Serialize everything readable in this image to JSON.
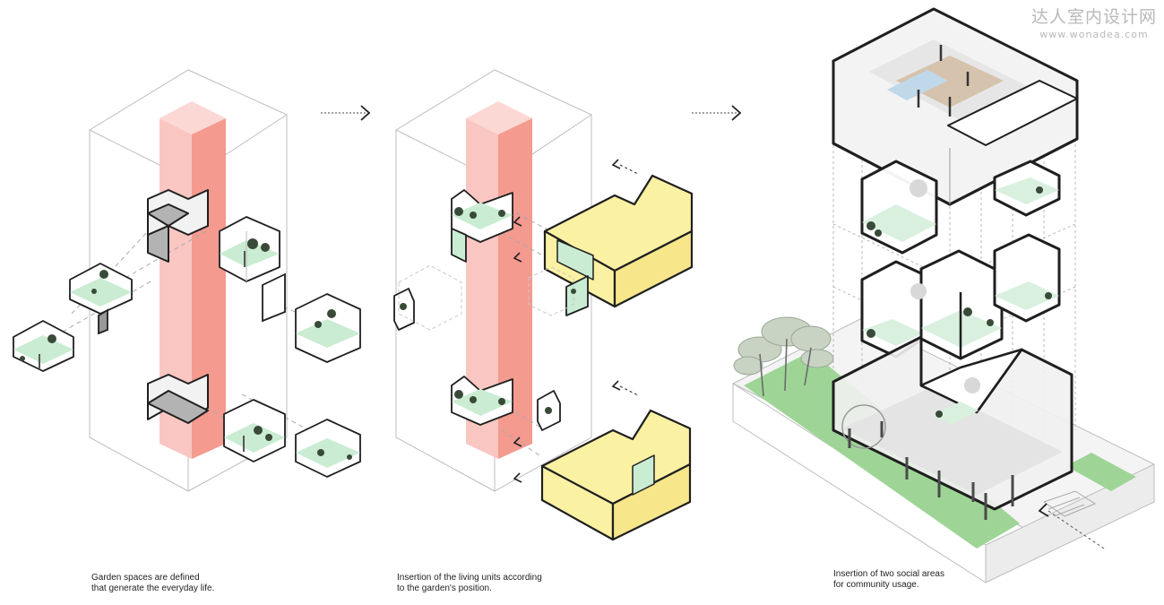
{
  "captions": {
    "step1": [
      "Garden spaces are defined",
      "that generate the everyday life."
    ],
    "step2": [
      "Insertion of the living units according",
      "to the garden's position."
    ],
    "step3": [
      "Insertion of two social areas",
      "for community usage."
    ]
  },
  "watermark": {
    "brand": "达人室内设计网",
    "url": "www.wonadea.com"
  },
  "colors": {
    "core_light": "#f9c6c2",
    "core_dark": "#f49a8f",
    "living_unit": "#fbf1a3",
    "garden_floor": "#c9ecd2",
    "lawn": "#9ed597",
    "outline": "#1f1f1f",
    "ghost_line": "#bdbdbd"
  }
}
